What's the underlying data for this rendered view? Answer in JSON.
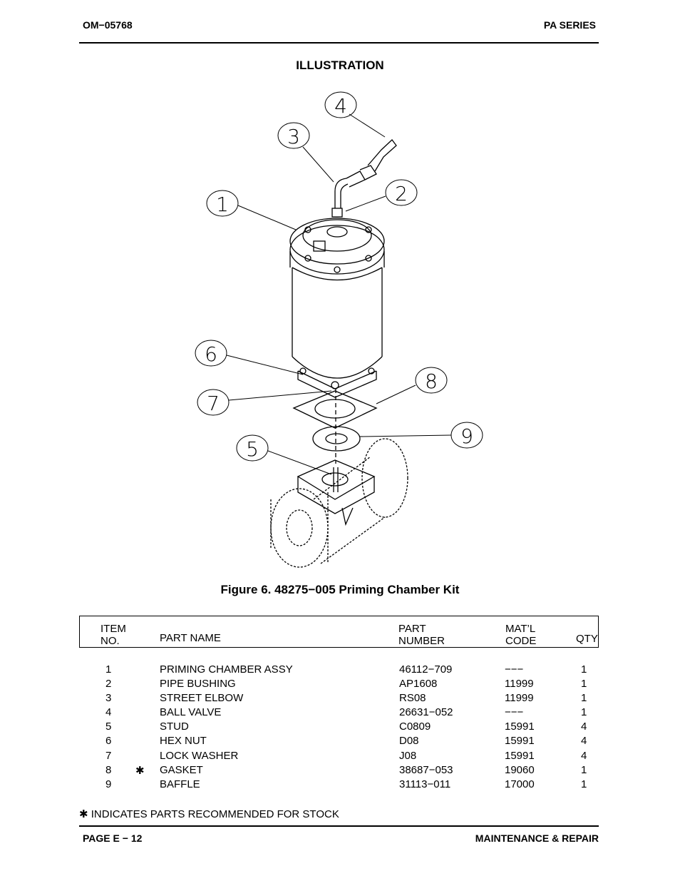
{
  "header": {
    "doc_number": "OM−05768",
    "series": "PA SERIES"
  },
  "section_title": "ILLUSTRATION",
  "callouts": [
    "1",
    "2",
    "3",
    "4",
    "5",
    "6",
    "7",
    "8",
    "9"
  ],
  "figure_caption": "Figure 6. 48275−005 Priming Chamber Kit",
  "table": {
    "headers": {
      "item_no": [
        "ITEM",
        "NO."
      ],
      "part_name": "PART NAME",
      "part_number": [
        "PART",
        "NUMBER"
      ],
      "mat_code": [
        "MAT’L",
        "CODE"
      ],
      "qty": "QTY"
    },
    "rows": [
      {
        "item": "1",
        "mark": "",
        "name": "PRIMING CHAMBER ASSY",
        "part": "46112−709",
        "code": "−−−",
        "qty": "1"
      },
      {
        "item": "2",
        "mark": "",
        "name": "PIPE BUSHING",
        "part": "AP1608",
        "code": "11999",
        "qty": "1"
      },
      {
        "item": "3",
        "mark": "",
        "name": "STREET ELBOW",
        "part": "RS08",
        "code": "11999",
        "qty": "1"
      },
      {
        "item": "4",
        "mark": "",
        "name": "BALL VALVE",
        "part": "26631−052",
        "code": "−−−",
        "qty": "1"
      },
      {
        "item": "5",
        "mark": "",
        "name": "STUD",
        "part": "C0809",
        "code": "15991",
        "qty": "4"
      },
      {
        "item": "6",
        "mark": "",
        "name": "HEX NUT",
        "part": "D08",
        "code": "15991",
        "qty": "4"
      },
      {
        "item": "7",
        "mark": "",
        "name": "LOCK WASHER",
        "part": "J08",
        "code": "15991",
        "qty": "4"
      },
      {
        "item": "8",
        "mark": "✱",
        "name": "GASKET",
        "part": "38687−053",
        "code": "19060",
        "qty": "1"
      },
      {
        "item": "9",
        "mark": "",
        "name": "BAFFLE",
        "part": "31113−011",
        "code": "17000",
        "qty": "1"
      }
    ]
  },
  "stock_note": "✱ INDICATES PARTS RECOMMENDED FOR STOCK",
  "footer": {
    "page": "PAGE E − 12",
    "section": "MAINTENANCE & REPAIR"
  }
}
